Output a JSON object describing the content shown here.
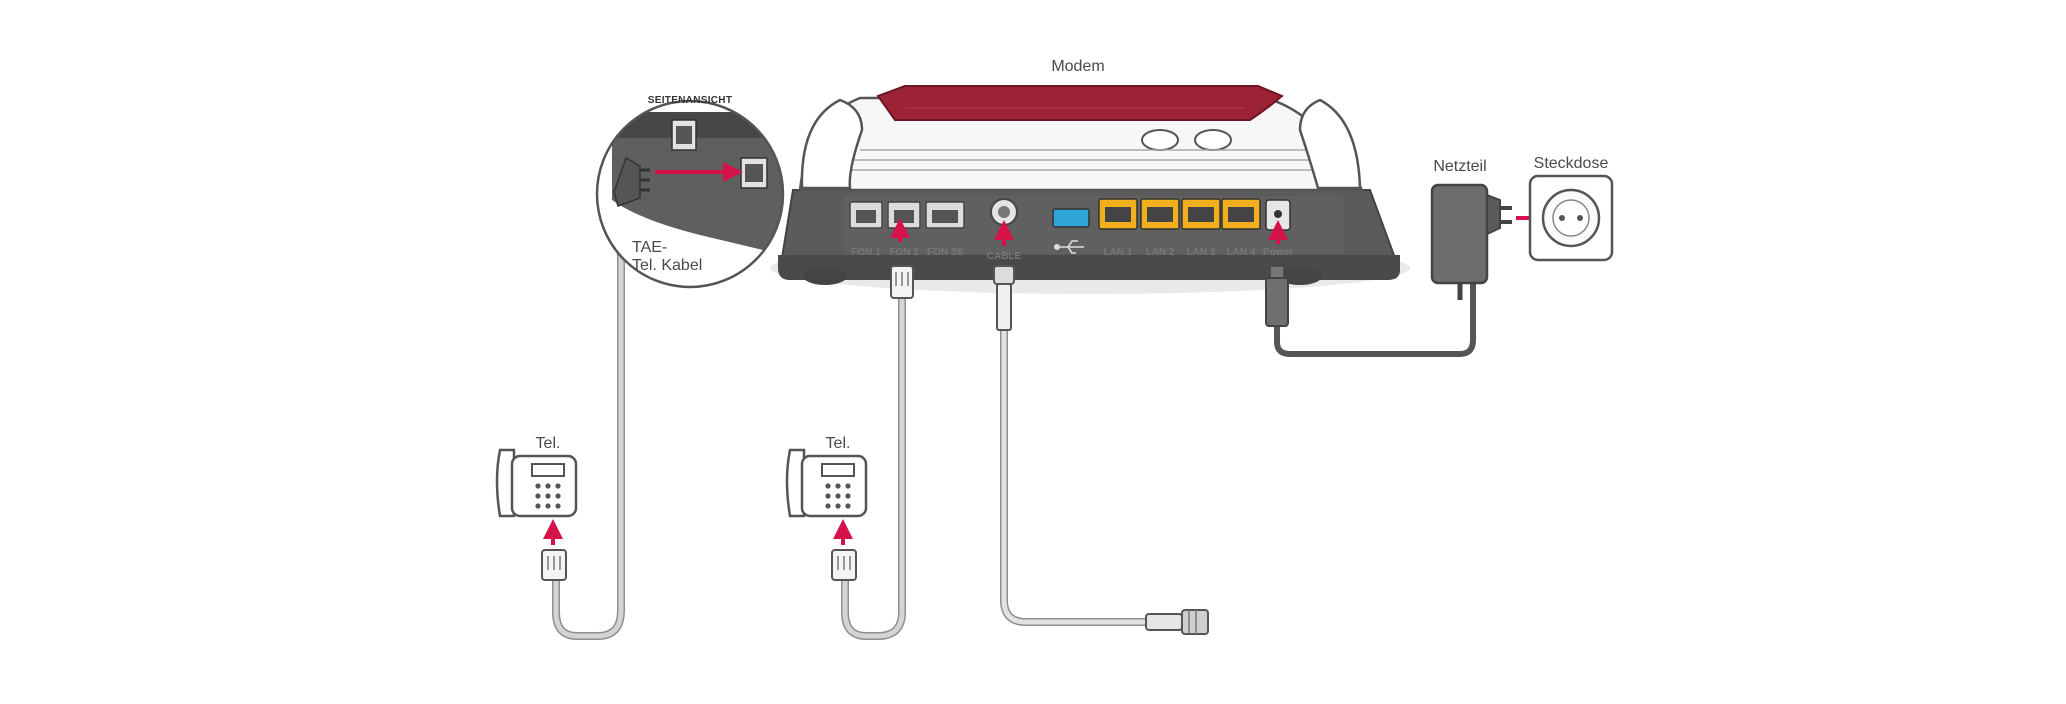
{
  "labels": {
    "modem": "Modem",
    "side_view": "SEITENANSICHT",
    "tae_line1": "TAE-",
    "tae_line2": "Tel. Kabel",
    "netzteil": "Netzteil",
    "steckdose": "Steckdose",
    "tel_left": "Tel.",
    "tel_right": "Tel."
  },
  "ports": {
    "fon1": "FON 1",
    "fon2": "FON 2",
    "fons0": "FON S0",
    "cable": "CABLE",
    "lan1": "LAN 1",
    "lan2": "LAN 2",
    "lan3": "LAN 3",
    "lan4": "LAN 4",
    "power": "Power"
  },
  "colors": {
    "accent": "#d6124a",
    "router_red": "#9b2335",
    "lan_yellow": "#f2b01e",
    "usb_blue": "#2fa4d8",
    "cable_gray": "#bdbdbd",
    "outline": "#555555"
  },
  "icons": {
    "usb": "usb-icon",
    "phone": "telephone-icon",
    "socket": "power-socket-icon",
    "adapter": "power-adapter-icon"
  }
}
